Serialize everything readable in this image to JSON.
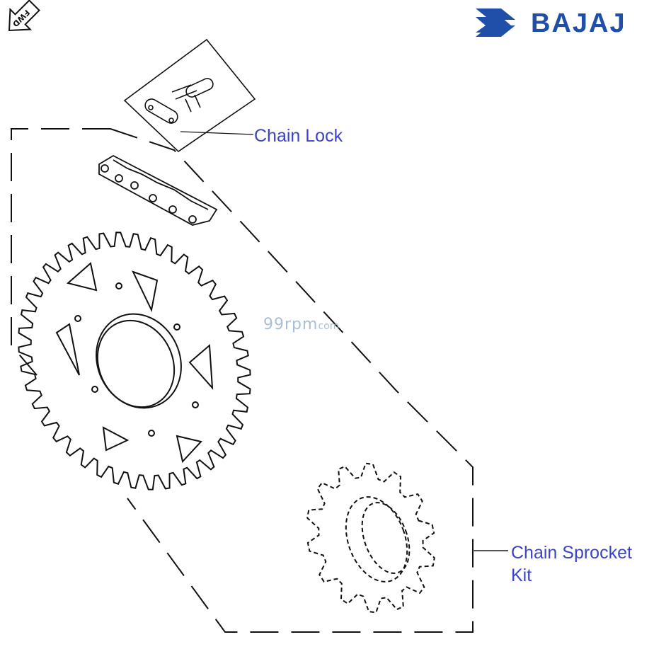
{
  "brand": {
    "name": "BAJAJ",
    "color": "#1f4fa8"
  },
  "direction_badge": {
    "text": "FWD"
  },
  "watermark": {
    "main": "99rpm",
    "suffix": "com"
  },
  "labels": {
    "chain_lock": "Chain Lock",
    "chain_sprocket_kit_line1": "Chain Sprocket",
    "chain_sprocket_kit_line2": "Kit"
  },
  "colors": {
    "label": "#3b45c4",
    "line": "#111111",
    "watermark": "#a9bfd8"
  }
}
